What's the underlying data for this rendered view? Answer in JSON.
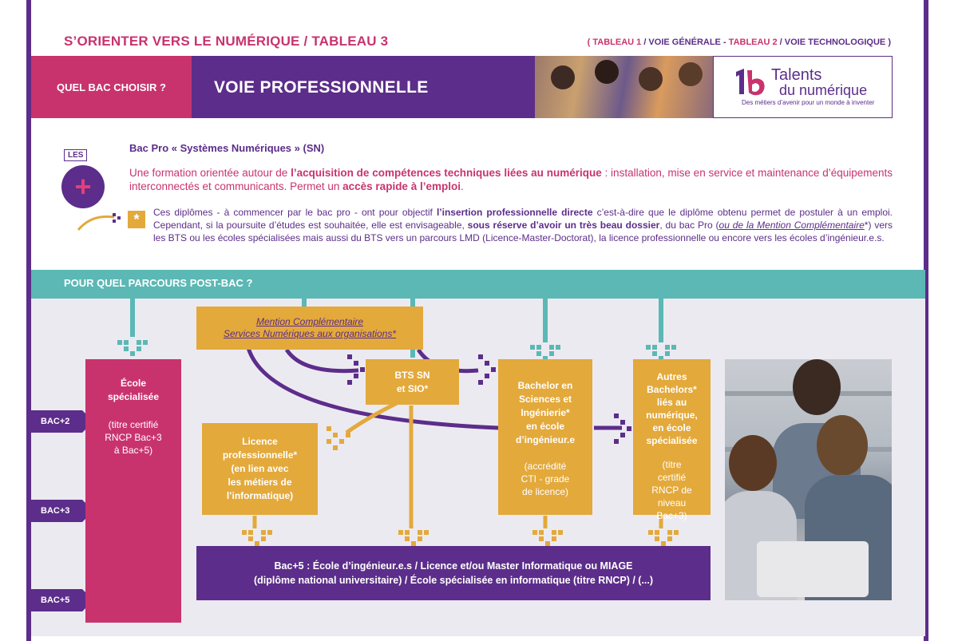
{
  "header": {
    "title": "S’ORIENTER VERS LE NUMÉRIQUE / TABLEAU 3",
    "links": {
      "open": "( ",
      "tab1": "TABLEAU 1",
      "tab1_label": " / VOIE GÉNÉRALE  -  ",
      "tab2": "TABLEAU 2",
      "tab2_label": " / VOIE TECHNOLOGIQUE )"
    }
  },
  "banner": {
    "question": "QUEL BAC CHOISIR ?",
    "voie": "VOIE PROFESSIONNELLE"
  },
  "logo": {
    "line1": "Talents",
    "line2": "du numérique",
    "tagline": "Des métiers d’avenir pour un monde à inventer"
  },
  "intro": {
    "les_tag": "LES",
    "plus": "+",
    "bacpro_title": "Bac Pro « Systèmes Numériques » (SN)",
    "para1_a": "Une formation orientée autour de ",
    "para1_b": "l’acquisition de compétences techniques liées au numérique",
    "para1_c": " : installation, mise en service et maintenance d’équipements interconnectés et communicants. Permet un ",
    "para1_d": "accès rapide à l’emploi",
    "para1_e": ".",
    "star": "*",
    "para2_a": "Ces diplômes - à commencer par le bac pro - ont pour objectif ",
    "para2_b": "l’insertion professionnelle directe",
    "para2_c": " c’est-à-dire que le diplôme obtenu permet de postuler à un emploi. Cependant, si la poursuite d’études est souhaitée, elle est envisageable, ",
    "para2_d": "sous réserve d’avoir un très beau dossier",
    "para2_e": ", du bac Pro (",
    "para2_f": "ou de la Mention Complémentaire",
    "para2_g": "*) vers les BTS ou les écoles spécialisées mais aussi du BTS vers un parcours LMD (Licence-Master-Doctorat), la licence professionnelle ou encore vers les écoles d’ingénieur.e.s."
  },
  "parcours": {
    "heading": "POUR QUEL PARCOURS POST-BAC ?",
    "levels": [
      "BAC+2",
      "BAC+3",
      "BAC+5"
    ],
    "ecole": {
      "title_1": "École",
      "title_2": "spécialisée",
      "sub_1": "(titre certifié",
      "sub_2": "RNCP Bac+3",
      "sub_3": "à Bac+5)"
    },
    "mention": {
      "line1": "Mention Complémentaire",
      "line2": "Services Numériques aux organisations*"
    },
    "bts": {
      "line1": "BTS SN",
      "line2": "et SIO*"
    },
    "licence": {
      "line1": "Licence",
      "line2": "professionnelle*",
      "line3": "(en lien avec",
      "line4": "les métiers de",
      "line5": "l’informatique)"
    },
    "bachelor": {
      "t1": "Bachelor en",
      "t2": "Sciences et",
      "t3": "Ingénierie*",
      "t4": "en école",
      "t5": "d’ingénieur.e",
      "s1": "(accrédité",
      "s2": "CTI - grade",
      "s3": "de licence)"
    },
    "autres": {
      "t1": "Autres",
      "t2": "Bachelors*",
      "t3": "liés au",
      "t4": "numérique,",
      "t5": "en école",
      "t6": "spécialisée",
      "s1": "(titre",
      "s2": "certifié",
      "s3": "RNCP de",
      "s4": "niveau",
      "s5": "Bac+3)"
    },
    "bac5": {
      "line1": "Bac+5 : École d’ingénieur.e.s / Licence et/ou Master Informatique ou MIAGE",
      "line2": "(diplôme national universitaire) / École spécialisée en informatique (titre RNCP) / (...)"
    }
  },
  "colors": {
    "purple": "#5c2d8a",
    "pink": "#c8336e",
    "teal": "#5bb8b5",
    "gold": "#e3a93b"
  }
}
